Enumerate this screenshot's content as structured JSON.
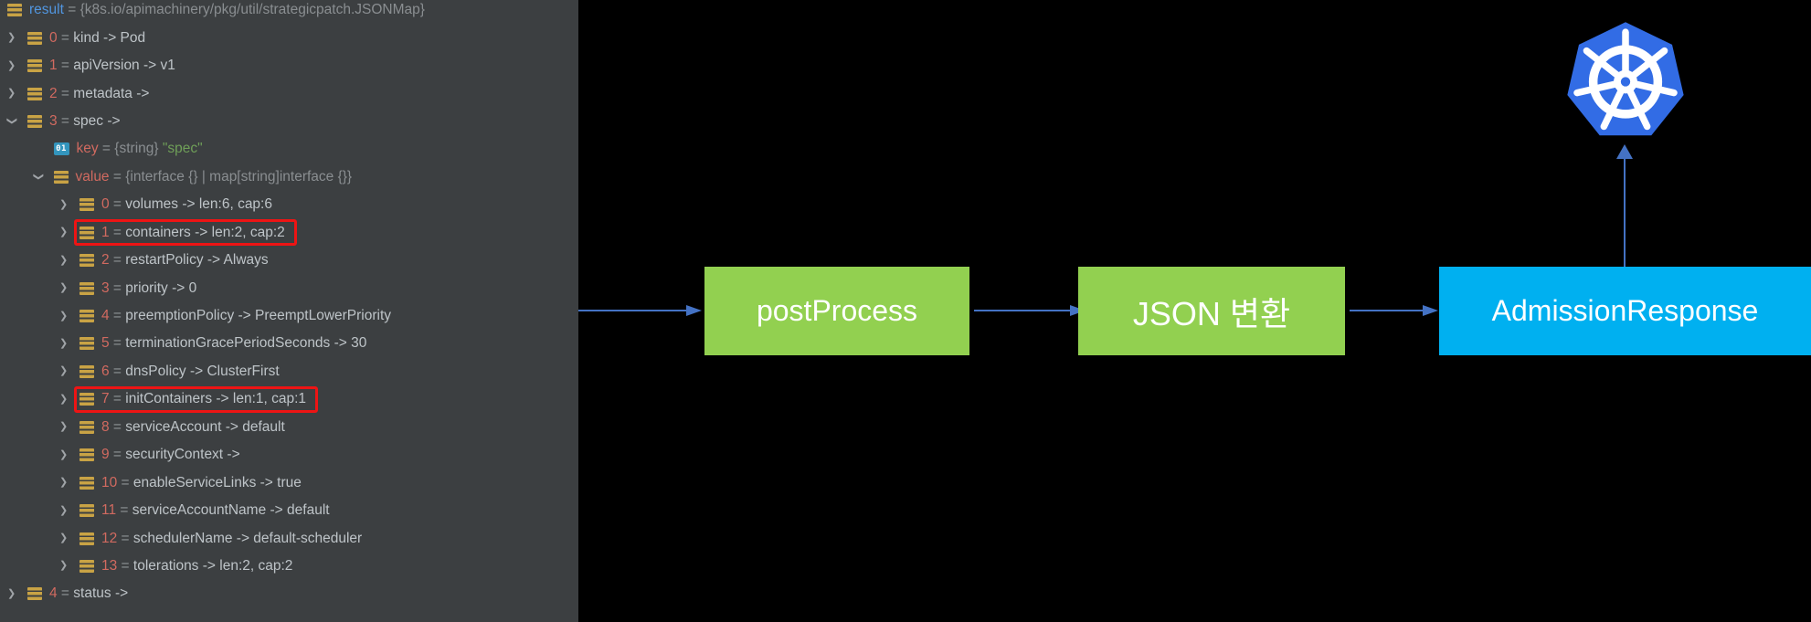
{
  "debugger_panel": {
    "background_color": "#3c3f41",
    "highlight_color": "#ee1414",
    "icons": {
      "map-variable-icon": "three stacked gold bars",
      "string-variable-icon": "teal square with 01",
      "expand-chevron-icon": "❯",
      "collapse-chevron-icon": "❯ rotated down"
    },
    "rows": [
      {
        "indent": 0,
        "chevron": "none",
        "icon": "map-variable-icon",
        "highlighted": false,
        "segments": [
          [
            "result",
            "varname"
          ],
          [
            " = ",
            "eq"
          ],
          [
            "{k8s.io/apimachinery/pkg/util/strategicpatch.JSONMap}",
            "type"
          ]
        ]
      },
      {
        "indent": 1,
        "chevron": "collapsed",
        "icon": "map-variable-icon",
        "highlighted": false,
        "segments": [
          [
            "0",
            "idx"
          ],
          [
            " = ",
            "eq"
          ],
          [
            "kind -> Pod",
            "val"
          ]
        ]
      },
      {
        "indent": 1,
        "chevron": "collapsed",
        "icon": "map-variable-icon",
        "highlighted": false,
        "segments": [
          [
            "1",
            "idx"
          ],
          [
            " = ",
            "eq"
          ],
          [
            "apiVersion -> v1",
            "val"
          ]
        ]
      },
      {
        "indent": 1,
        "chevron": "collapsed",
        "icon": "map-variable-icon",
        "highlighted": false,
        "segments": [
          [
            "2",
            "idx"
          ],
          [
            " = ",
            "eq"
          ],
          [
            "metadata ->",
            "val"
          ]
        ]
      },
      {
        "indent": 1,
        "chevron": "expanded",
        "icon": "map-variable-icon",
        "highlighted": false,
        "segments": [
          [
            "3",
            "idx"
          ],
          [
            " = ",
            "eq"
          ],
          [
            "spec ->",
            "val"
          ]
        ]
      },
      {
        "indent": 2,
        "chevron": "none",
        "icon": "string-variable-icon",
        "highlighted": false,
        "segments": [
          [
            "key",
            "idx"
          ],
          [
            " = ",
            "eq"
          ],
          [
            "{string} ",
            "type"
          ],
          [
            "\"spec\"",
            "str"
          ]
        ]
      },
      {
        "indent": 2,
        "chevron": "expanded",
        "icon": "map-variable-icon",
        "highlighted": false,
        "segments": [
          [
            "value",
            "idx"
          ],
          [
            " = ",
            "eq"
          ],
          [
            "{interface {} | map[string]interface {}}",
            "type"
          ]
        ]
      },
      {
        "indent": 3,
        "chevron": "collapsed",
        "icon": "map-variable-icon",
        "highlighted": false,
        "segments": [
          [
            "0",
            "idx"
          ],
          [
            " = ",
            "eq"
          ],
          [
            "volumes -> len:6, cap:6",
            "val"
          ]
        ]
      },
      {
        "indent": 3,
        "chevron": "collapsed",
        "icon": "map-variable-icon",
        "highlighted": true,
        "segments": [
          [
            "1",
            "idx"
          ],
          [
            " = ",
            "eq"
          ],
          [
            "containers -> len:2, cap:2",
            "val"
          ]
        ]
      },
      {
        "indent": 3,
        "chevron": "collapsed",
        "icon": "map-variable-icon",
        "highlighted": false,
        "segments": [
          [
            "2",
            "idx"
          ],
          [
            " = ",
            "eq"
          ],
          [
            "restartPolicy -> Always",
            "val"
          ]
        ]
      },
      {
        "indent": 3,
        "chevron": "collapsed",
        "icon": "map-variable-icon",
        "highlighted": false,
        "segments": [
          [
            "3",
            "idx"
          ],
          [
            " = ",
            "eq"
          ],
          [
            "priority -> 0",
            "val"
          ]
        ]
      },
      {
        "indent": 3,
        "chevron": "collapsed",
        "icon": "map-variable-icon",
        "highlighted": false,
        "segments": [
          [
            "4",
            "idx"
          ],
          [
            " = ",
            "eq"
          ],
          [
            "preemptionPolicy -> PreemptLowerPriority",
            "val"
          ]
        ]
      },
      {
        "indent": 3,
        "chevron": "collapsed",
        "icon": "map-variable-icon",
        "highlighted": false,
        "segments": [
          [
            "5",
            "idx"
          ],
          [
            " = ",
            "eq"
          ],
          [
            "terminationGracePeriodSeconds -> 30",
            "val"
          ]
        ]
      },
      {
        "indent": 3,
        "chevron": "collapsed",
        "icon": "map-variable-icon",
        "highlighted": false,
        "segments": [
          [
            "6",
            "idx"
          ],
          [
            " = ",
            "eq"
          ],
          [
            "dnsPolicy -> ClusterFirst",
            "val"
          ]
        ]
      },
      {
        "indent": 3,
        "chevron": "collapsed",
        "icon": "map-variable-icon",
        "highlighted": true,
        "segments": [
          [
            "7",
            "idx"
          ],
          [
            " = ",
            "eq"
          ],
          [
            "initContainers -> len:1, cap:1",
            "val"
          ]
        ]
      },
      {
        "indent": 3,
        "chevron": "collapsed",
        "icon": "map-variable-icon",
        "highlighted": false,
        "segments": [
          [
            "8",
            "idx"
          ],
          [
            " = ",
            "eq"
          ],
          [
            "serviceAccount -> default",
            "val"
          ]
        ]
      },
      {
        "indent": 3,
        "chevron": "collapsed",
        "icon": "map-variable-icon",
        "highlighted": false,
        "segments": [
          [
            "9",
            "idx"
          ],
          [
            " = ",
            "eq"
          ],
          [
            "securityContext ->",
            "val"
          ]
        ]
      },
      {
        "indent": 3,
        "chevron": "collapsed",
        "icon": "map-variable-icon",
        "highlighted": false,
        "segments": [
          [
            "10",
            "idx"
          ],
          [
            " = ",
            "eq"
          ],
          [
            "enableServiceLinks -> true",
            "val"
          ]
        ]
      },
      {
        "indent": 3,
        "chevron": "collapsed",
        "icon": "map-variable-icon",
        "highlighted": false,
        "segments": [
          [
            "11",
            "idx"
          ],
          [
            " = ",
            "eq"
          ],
          [
            "serviceAccountName -> default",
            "val"
          ]
        ]
      },
      {
        "indent": 3,
        "chevron": "collapsed",
        "icon": "map-variable-icon",
        "highlighted": false,
        "segments": [
          [
            "12",
            "idx"
          ],
          [
            " = ",
            "eq"
          ],
          [
            "schedulerName -> default-scheduler",
            "val"
          ]
        ]
      },
      {
        "indent": 3,
        "chevron": "collapsed",
        "icon": "map-variable-icon",
        "highlighted": false,
        "segments": [
          [
            "13",
            "idx"
          ],
          [
            " = ",
            "eq"
          ],
          [
            "tolerations -> len:2, cap:2",
            "val"
          ]
        ]
      },
      {
        "indent": 1,
        "chevron": "collapsed",
        "icon": "map-variable-icon",
        "highlighted": false,
        "segments": [
          [
            "4",
            "idx"
          ],
          [
            " = ",
            "eq"
          ],
          [
            "status ->",
            "val"
          ]
        ]
      }
    ]
  },
  "diagram": {
    "background_color": "#000000",
    "arrow_color": "#4472c4",
    "nodes": [
      {
        "label": "postProcess",
        "color": "#92d050"
      },
      {
        "label": "JSON 변환",
        "color": "#92d050"
      },
      {
        "label": "AdmissionResponse",
        "color": "#00b0f0"
      }
    ],
    "kubernetes_logo": {
      "icon": "kubernetes-wheel-icon",
      "color": "#326ce5"
    }
  }
}
